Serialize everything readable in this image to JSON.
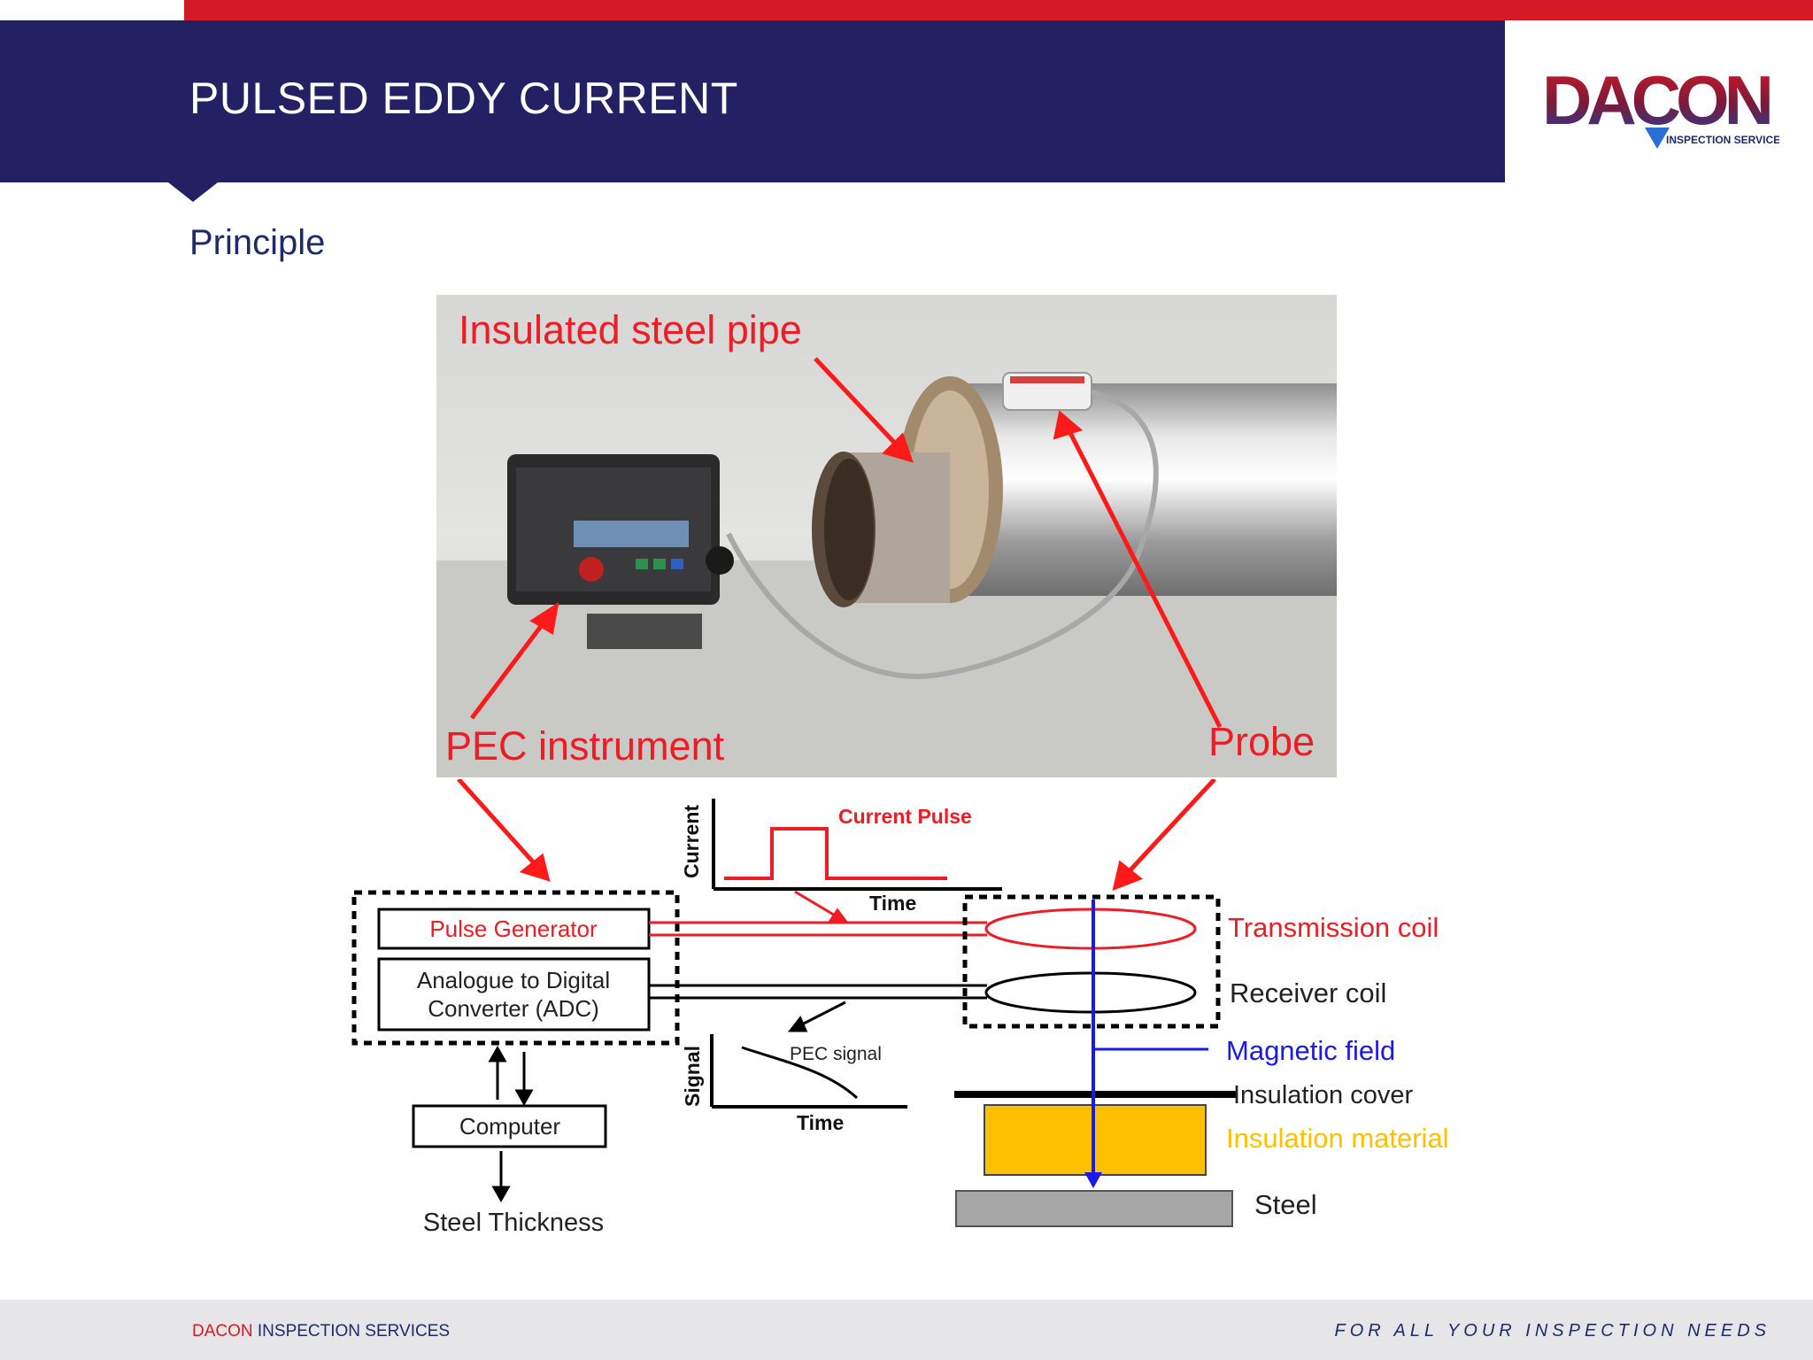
{
  "header": {
    "title": "PULSED EDDY CURRENT",
    "logo_text": "DACON",
    "logo_subtext": "INSPECTION SERVICES"
  },
  "subtitle": "Principle",
  "photo": {
    "label_pipe": "Insulated steel pipe",
    "label_instrument": "PEC instrument",
    "label_probe": "Probe"
  },
  "diagram": {
    "pulse_generator": "Pulse Generator",
    "adc_line1": "Analogue to Digital",
    "adc_line2": "Converter (ADC)",
    "computer": "Computer",
    "steel_thickness": "Steel Thickness",
    "current_axis": "Current",
    "current_pulse": "Current Pulse",
    "time_label_1": "Time",
    "signal_axis": "Signal",
    "pec_signal": "PEC signal",
    "time_label_2": "Time",
    "transmission_coil": "Transmission coil",
    "receiver_coil": "Receiver coil",
    "magnetic_field": "Magnetic field",
    "insulation_cover": "Insulation cover",
    "insulation_material": "Insulation material",
    "steel": "Steel"
  },
  "footer": {
    "company_red": "DACON",
    "company_blue": "INSPECTION SERVICES",
    "tagline": "FOR ALL YOUR INSPECTION NEEDS"
  },
  "colors": {
    "navy": "#232063",
    "red": "#d41a24",
    "blue": "#1a1ae6",
    "insulation": "#ffc000",
    "steel": "#a6a6a6"
  }
}
